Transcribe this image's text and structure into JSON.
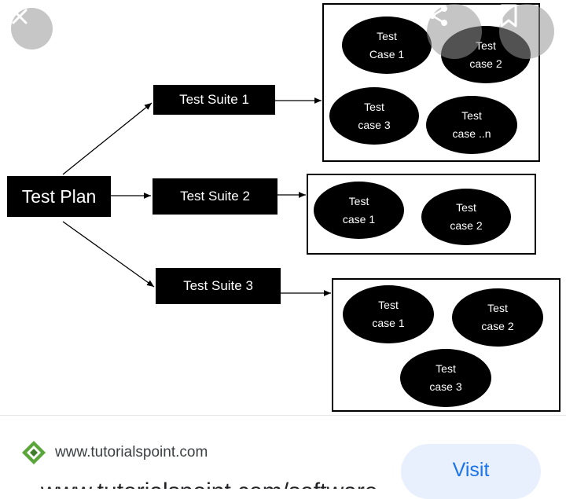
{
  "diagram": {
    "root": "Test Plan",
    "suites": [
      {
        "label": "Test Suite 1",
        "cases": [
          [
            "Test",
            "Case 1"
          ],
          [
            "Test",
            "case 2"
          ],
          [
            "Test",
            "case 3"
          ],
          [
            "Test",
            "case ..n"
          ]
        ]
      },
      {
        "label": "Test Suite 2",
        "cases": [
          [
            "Test",
            "case 1"
          ],
          [
            "Test",
            "case 2"
          ]
        ]
      },
      {
        "label": "Test Suite 3",
        "cases": [
          [
            "Test",
            "case 1"
          ],
          [
            "Test",
            "case 2"
          ],
          [
            "Test",
            "case 3"
          ]
        ]
      }
    ]
  },
  "overlay": {
    "close_icon": "close-icon",
    "share_icon": "share-icon",
    "bookmark_icon": "bookmark-icon"
  },
  "footer": {
    "site": "www.tutorialspoint.com",
    "visit_label": "Visit",
    "cut_title": "www.tutorialspoint.com/software"
  }
}
